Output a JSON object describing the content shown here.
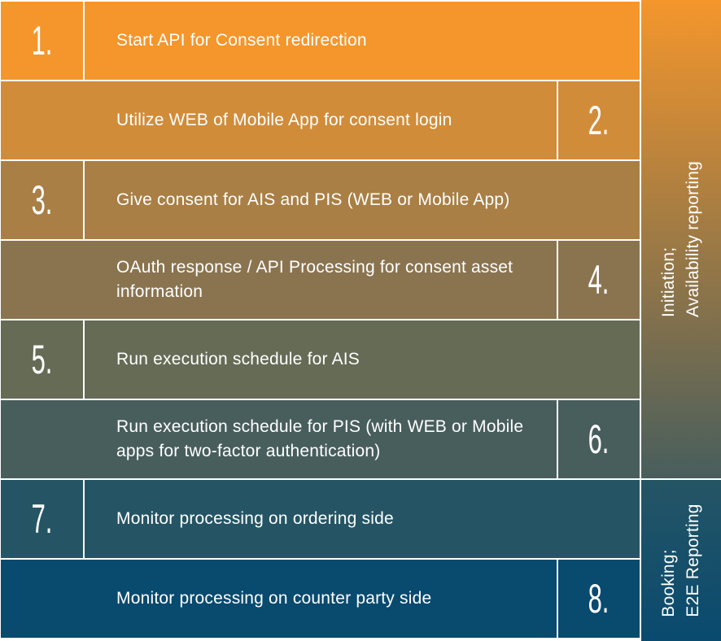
{
  "steps": [
    {
      "number": "1.",
      "text": "Start API for Consent redirection",
      "color": "#F4962C"
    },
    {
      "number": "2.",
      "text": "Utilize WEB of Mobile App for consent login",
      "color": "#D18C3A"
    },
    {
      "number": "3.",
      "text": "Give consent for AIS and PIS (WEB or Mobile App)",
      "color": "#A97F45"
    },
    {
      "number": "4.",
      "text": "OAuth response / API Processing for consent asset information",
      "color": "#8A7450"
    },
    {
      "number": "5.",
      "text": "Run execution schedule for AIS",
      "color": "#666B56"
    },
    {
      "number": "6.",
      "text": "Run execution schedule for PIS (with WEB or Mobile apps for two-factor authentication)",
      "color": "#485E5D"
    },
    {
      "number": "7.",
      "text": "Monitor processing on ordering side",
      "color": "#255565"
    },
    {
      "number": "8.",
      "text": "Monitor processing on counter party side",
      "color": "#094A6F"
    }
  ],
  "groups": [
    {
      "line1": "Initiation;",
      "line2": "Availability reporting",
      "color_top": "#F4962C",
      "color_bottom": "#485E5D"
    },
    {
      "line1": "Booking;",
      "line2": "E2E Reporting",
      "color_top": "#255565",
      "color_bottom": "#094A6F"
    }
  ]
}
